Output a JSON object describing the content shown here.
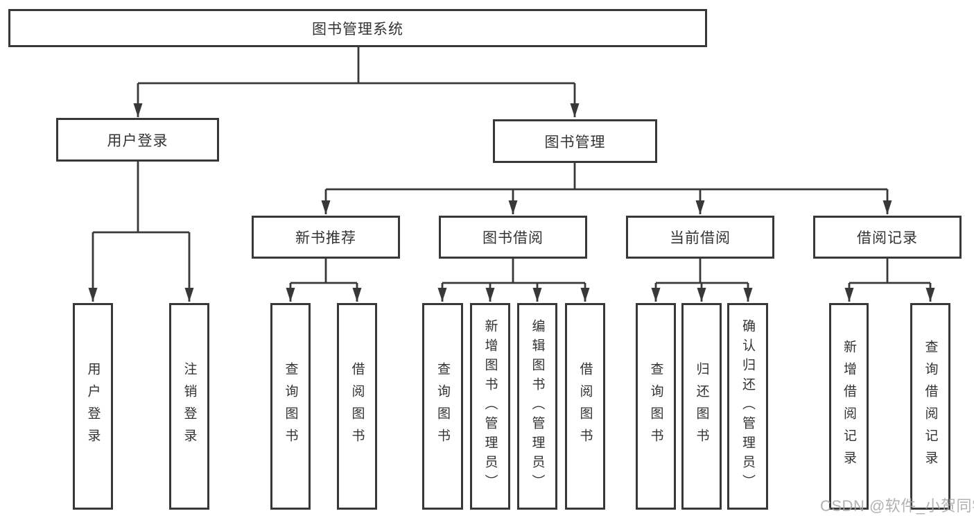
{
  "nodes": {
    "root": "图书管理系统",
    "user_login": "用户登录",
    "book_mgmt": "图书管理",
    "new_books": "新书推荐",
    "book_borrow": "图书借阅",
    "current_borrow": "当前借阅",
    "borrow_records": "借阅记录",
    "leaf_user_login": "用户登录",
    "leaf_logout": "注销登录",
    "leaf_nb_query": "查询图书",
    "leaf_nb_borrow": "借阅图书",
    "leaf_bb_query": "查询图书",
    "leaf_bb_add": "新增图书（管理员）",
    "leaf_bb_edit": "编辑图书（管理员）",
    "leaf_bb_borrow": "借阅图书",
    "leaf_cb_query": "查询图书",
    "leaf_cb_return": "归还图书",
    "leaf_cb_confirm": "确认归还（管理员）",
    "leaf_br_add": "新增借阅记录",
    "leaf_br_query": "查询借阅记录"
  },
  "watermark": "CSDN @软件_小贺同学",
  "colors": {
    "line": "#383838",
    "text": "#333333",
    "watermark": "#a5a5a5",
    "background": "#ffffff"
  }
}
